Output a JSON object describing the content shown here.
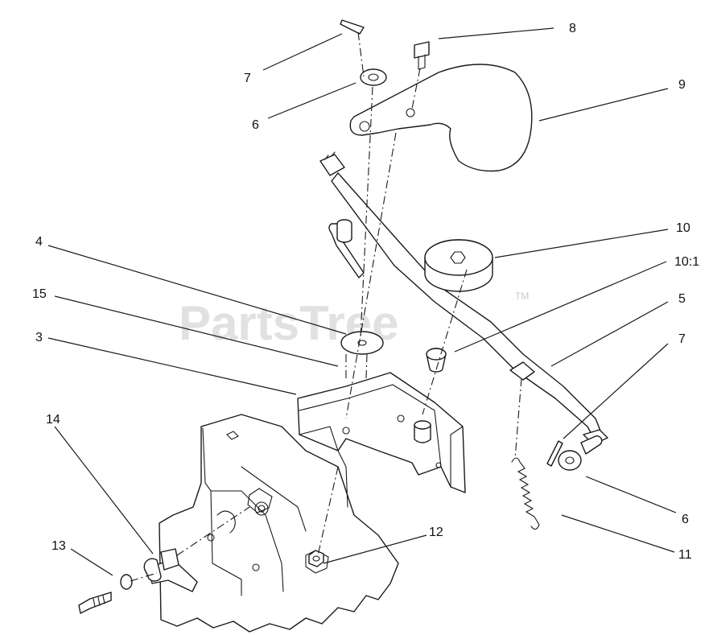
{
  "watermark": {
    "text": "PartsTree",
    "tm": "TM"
  },
  "callouts": [
    {
      "id": "c7a",
      "label": "7"
    },
    {
      "id": "c8",
      "label": "8"
    },
    {
      "id": "c6a",
      "label": "6"
    },
    {
      "id": "c9",
      "label": "9"
    },
    {
      "id": "c10",
      "label": "10"
    },
    {
      "id": "c4",
      "label": "4"
    },
    {
      "id": "c10-1",
      "label": "10:1"
    },
    {
      "id": "c15",
      "label": "15"
    },
    {
      "id": "c5",
      "label": "5"
    },
    {
      "id": "c3",
      "label": "3"
    },
    {
      "id": "c7b",
      "label": "7"
    },
    {
      "id": "c14",
      "label": "14"
    },
    {
      "id": "c6b",
      "label": "6"
    },
    {
      "id": "c12",
      "label": "12"
    },
    {
      "id": "c13",
      "label": "13"
    },
    {
      "id": "c11",
      "label": "11"
    }
  ]
}
